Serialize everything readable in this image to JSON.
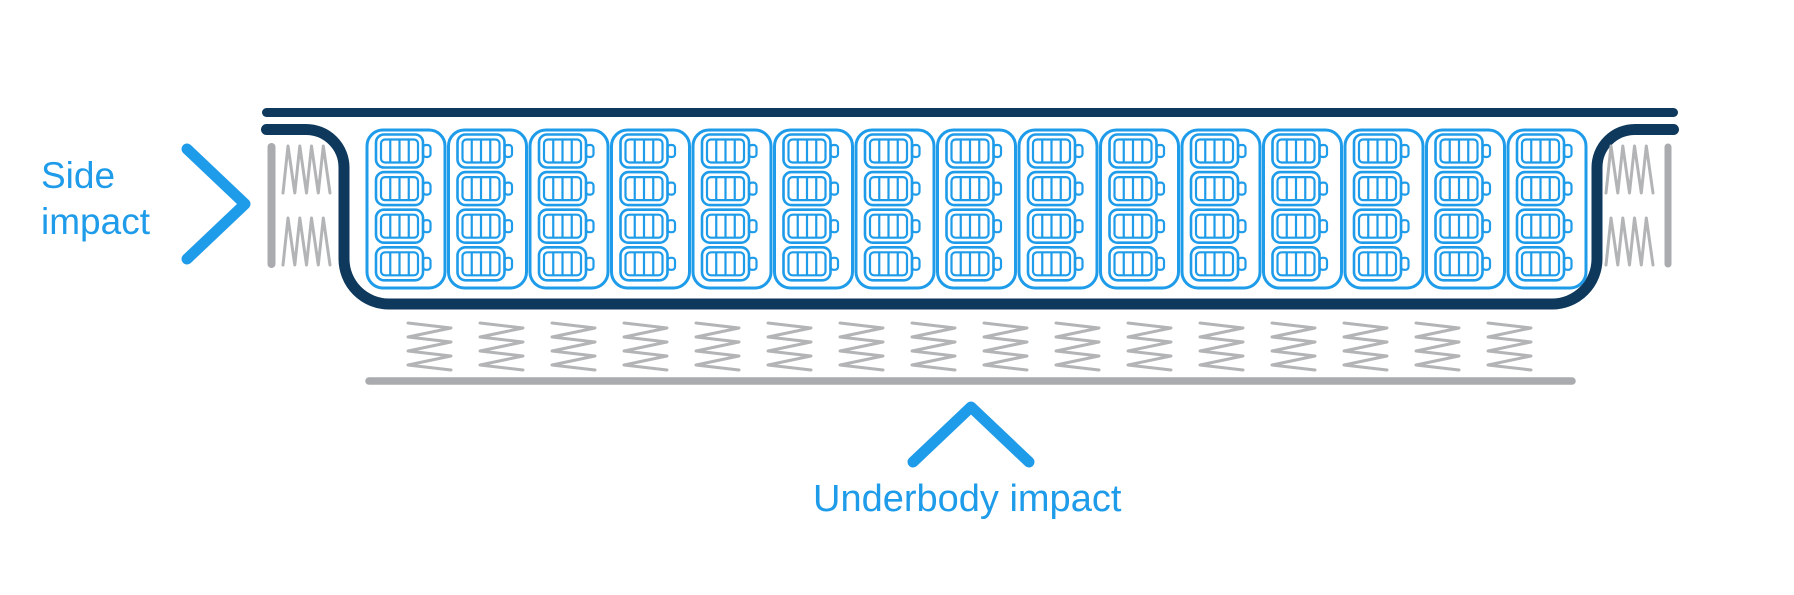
{
  "diagram": {
    "labels": {
      "side_impact": "Side impact",
      "underbody_impact": "Underbody impact"
    },
    "colors": {
      "enclosure_navy": "#0E395C",
      "accent_blue": "#1E9BE9",
      "rail_gray": "#A9ABAE",
      "spring_gray": "#B2B4B6",
      "background": "#FFFFFF"
    },
    "battery_pack": {
      "module_count": 15,
      "cells_per_module": 4
    },
    "crush_zones": {
      "side_springs_per_side": 2,
      "bottom_spring_count": 16
    },
    "icons": {
      "side_arrow": "chevron-right-icon",
      "underbody_arrow": "chevron-up-icon",
      "cell": "battery-icon",
      "crush_element": "coil-spring-icon"
    }
  }
}
